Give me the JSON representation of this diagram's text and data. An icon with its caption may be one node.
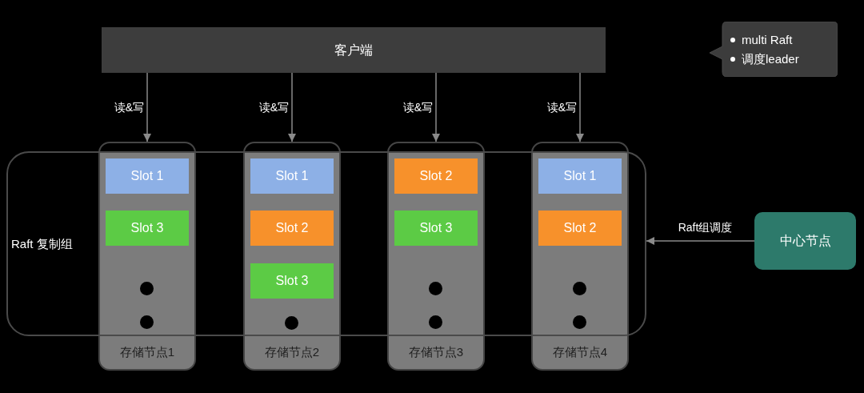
{
  "diagram": {
    "nodes": [
      {
        "text": [
          "客户端"
        ]
      },
      {
        "text": [
          "multi Raft",
          "调度leader"
        ]
      },
      {
        "text": [
          "Raft 复制组"
        ]
      },
      {
        "text": [
          "存储节点1"
        ]
      },
      {
        "text": [
          "Slot 1"
        ],
        "in": 3
      },
      {
        "text": [
          "Slot 3"
        ],
        "in": 3
      },
      {
        "text": [
          "存储节点2"
        ]
      },
      {
        "text": [
          "Slot 1"
        ],
        "in": 6
      },
      {
        "text": [
          "Slot 2"
        ],
        "in": 6
      },
      {
        "text": [
          "Slot 3"
        ],
        "in": 6
      },
      {
        "text": [
          "存储节点3"
        ]
      },
      {
        "text": [
          "Slot 2"
        ],
        "in": 10
      },
      {
        "text": [
          "Slot 3"
        ],
        "in": 10
      },
      {
        "text": [
          "存储节点4"
        ]
      },
      {
        "text": [
          "Slot 1"
        ],
        "in": 13
      },
      {
        "text": [
          "Slot 2"
        ],
        "in": 13
      },
      {
        "text": [
          "中心节点"
        ]
      }
    ],
    "edges": [
      {
        "from": 0,
        "to": 3,
        "label": "读&写",
        "arrow": "to"
      },
      {
        "from": 0,
        "to": 6,
        "label": "读&写",
        "arrow": "to"
      },
      {
        "from": 0,
        "to": 10,
        "label": "读&写",
        "arrow": "to"
      },
      {
        "from": 0,
        "to": 13,
        "label": "读&写",
        "arrow": "to"
      },
      {
        "from": 16,
        "to": 2,
        "label": "Raft组调度",
        "arrow": "to"
      }
    ]
  }
}
